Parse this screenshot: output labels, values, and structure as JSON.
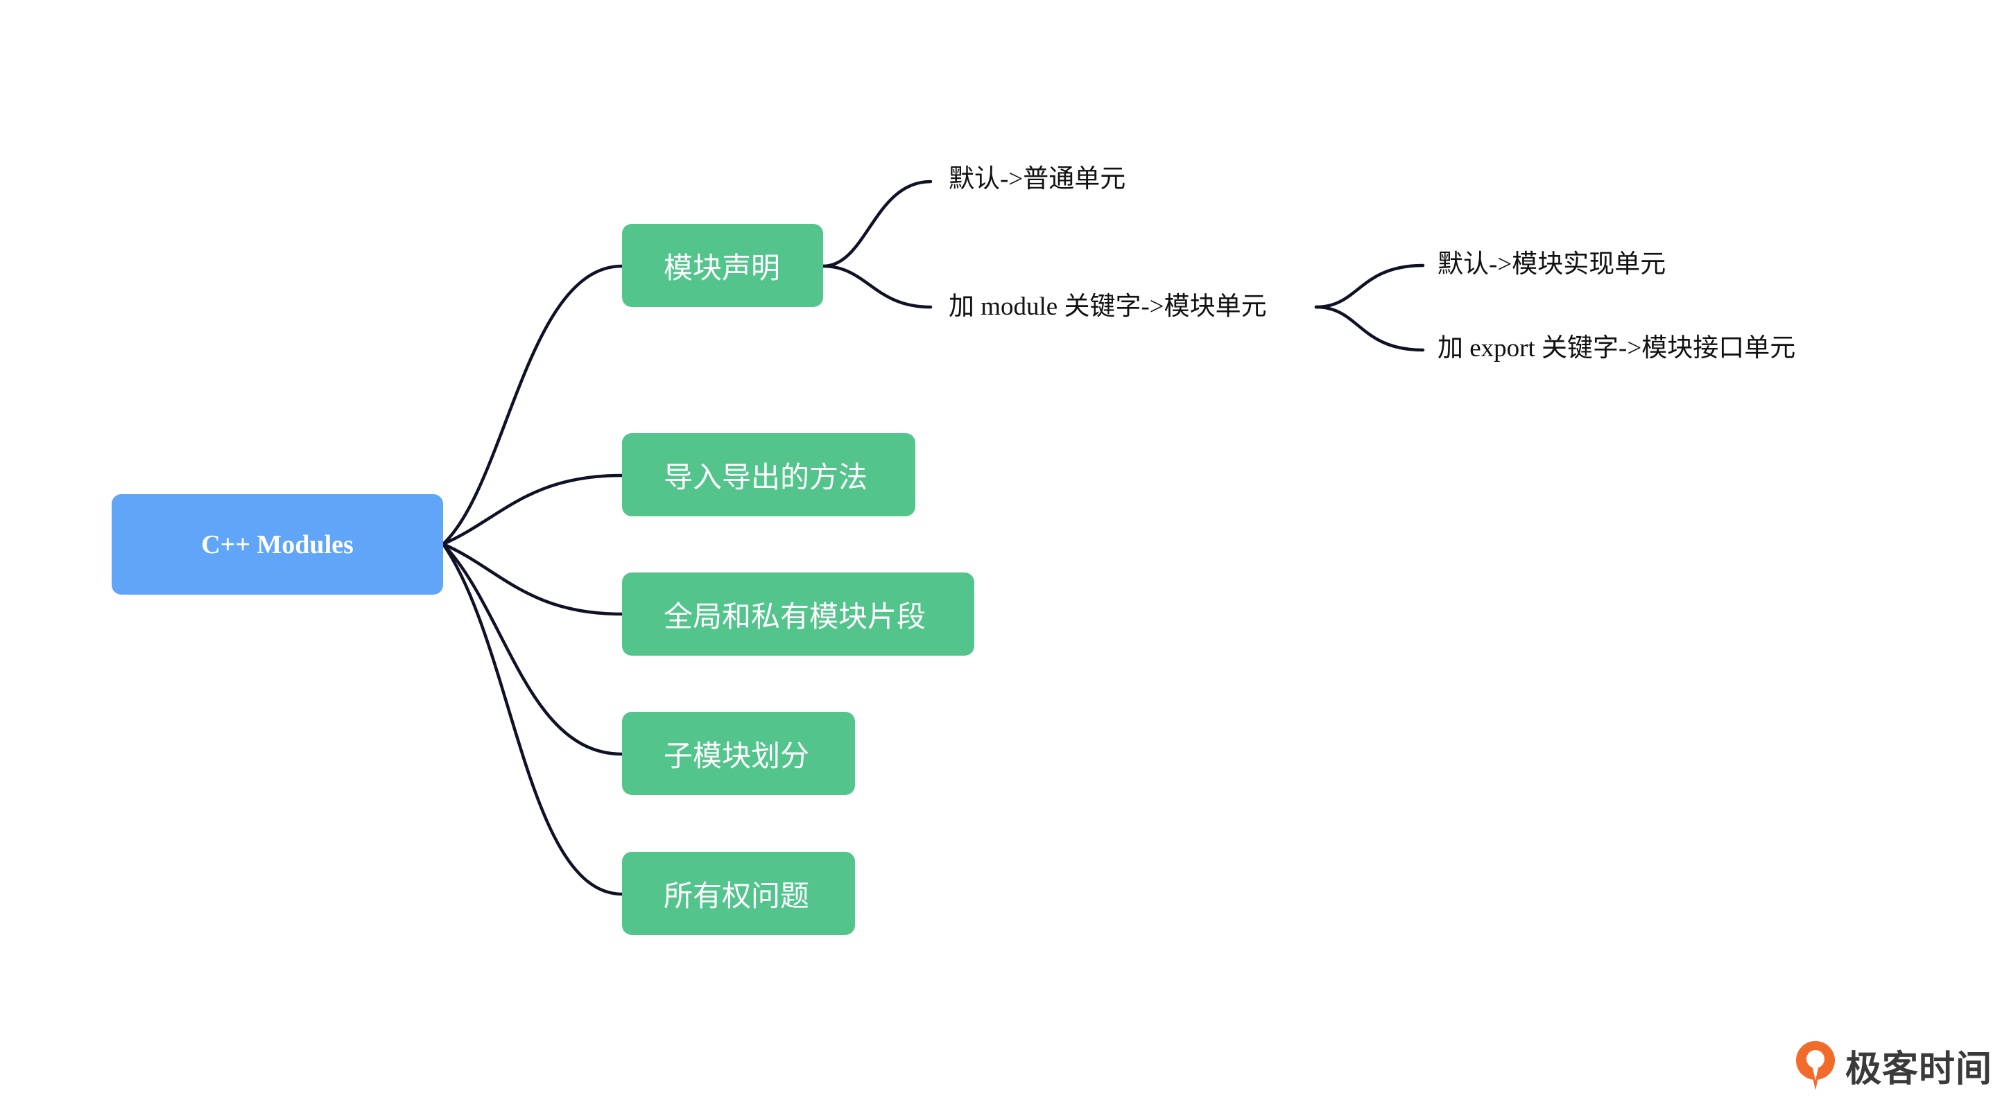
{
  "root": {
    "label": "C++ Modules"
  },
  "topics": [
    {
      "label": "模块声明"
    },
    {
      "label": "导入导出的方法"
    },
    {
      "label": "全局和私有模块片段"
    },
    {
      "label": "子模块划分"
    },
    {
      "label": "所有权问题"
    }
  ],
  "declaration_children": [
    {
      "label": "默认->普通单元"
    },
    {
      "label": "加 module 关键字->模块单元"
    }
  ],
  "module_unit_children": [
    {
      "label": "默认->模块实现单元"
    },
    {
      "label": "加 export 关键字->模块接口单元"
    }
  ],
  "brand": {
    "name": "极客时间"
  },
  "colors": {
    "root_fill": "#60a5f8",
    "topic_fill": "#52c48c",
    "edge": "#0f1226",
    "logo_orange": "#f26b2a"
  }
}
